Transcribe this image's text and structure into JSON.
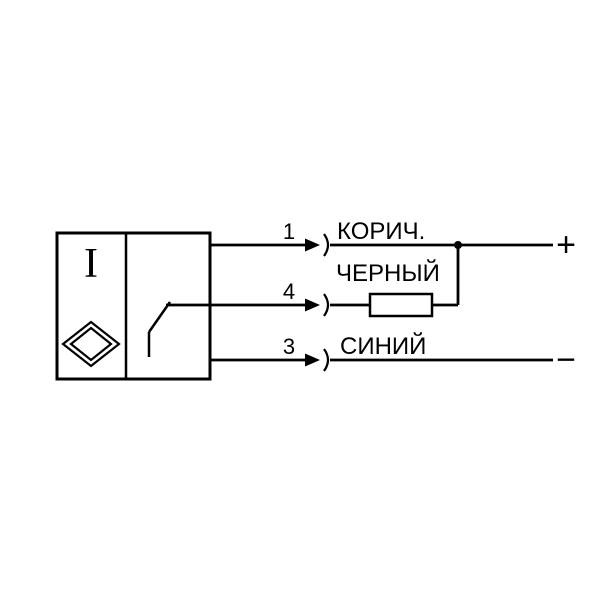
{
  "colors": {
    "line": "#000000",
    "background": "#ffffff"
  },
  "sensor": {
    "type_letter": "I"
  },
  "pins": [
    {
      "number": "1",
      "wire_color": "КОРИЧ.",
      "terminal": "+"
    },
    {
      "number": "4",
      "wire_color": "ЧЕРНЫЙ",
      "terminal": ""
    },
    {
      "number": "3",
      "wire_color": "СИНИЙ",
      "terminal": "−"
    }
  ]
}
